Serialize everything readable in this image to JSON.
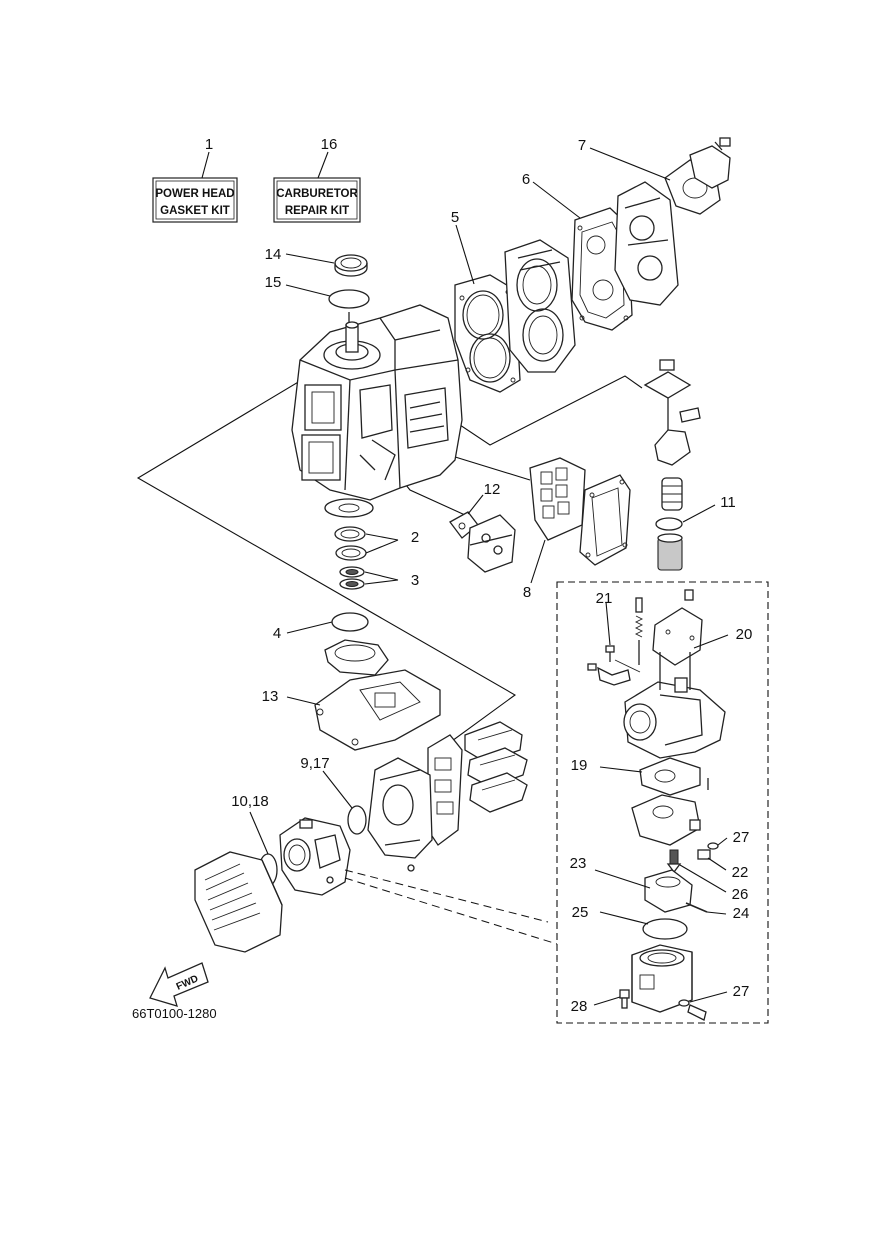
{
  "diagram_code": "66T0100-1280",
  "kits": {
    "power_head": {
      "number": "1",
      "line1": "POWER HEAD",
      "line2": "GASKET KIT"
    },
    "carburetor": {
      "number": "16",
      "line1": "CARBURETOR",
      "line2": "REPAIR KIT"
    }
  },
  "fwd_label": "FWD",
  "callouts": {
    "c2": "2",
    "c3": "3",
    "c4": "4",
    "c5": "5",
    "c6": "6",
    "c7": "7",
    "c8": "8",
    "c9_17": "9,17",
    "c10_18": "10,18",
    "c11": "11",
    "c12": "12",
    "c13": "13",
    "c14": "14",
    "c15": "15",
    "c19": "19",
    "c20": "20",
    "c21": "21",
    "c22": "22",
    "c23": "23",
    "c24": "24",
    "c25": "25",
    "c26": "26",
    "c27a": "27",
    "c27b": "27",
    "c28": "28"
  }
}
